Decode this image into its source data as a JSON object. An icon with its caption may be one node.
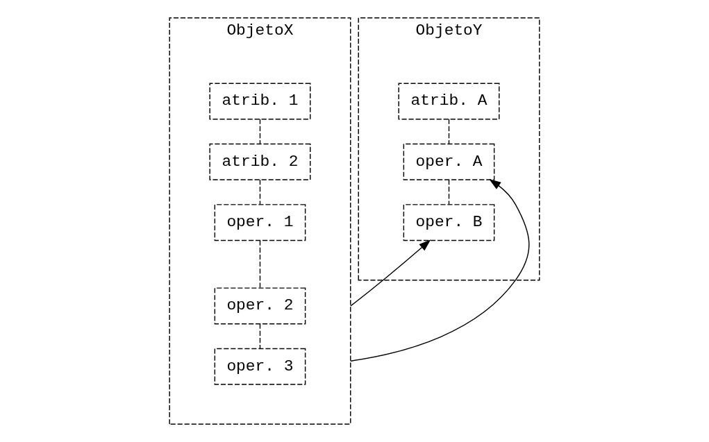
{
  "diagram": {
    "nodes": [
      {
        "text": [
          "ObjetoX"
        ]
      },
      {
        "text": [
          "atrib. 1"
        ],
        "in": 0
      },
      {
        "text": [
          "atrib. 2"
        ],
        "in": 0
      },
      {
        "text": [
          "oper. 1"
        ],
        "in": 0
      },
      {
        "text": [
          "oper. 2"
        ],
        "in": 0
      },
      {
        "text": [
          "oper. 3"
        ],
        "in": 0
      },
      {
        "text": [
          "ObjetoY"
        ]
      },
      {
        "text": [
          "atrib. A"
        ],
        "in": 6
      },
      {
        "text": [
          "oper. A"
        ],
        "in": 6
      },
      {
        "text": [
          "oper. B"
        ],
        "in": 6
      }
    ],
    "edges": [
      {
        "from": 1,
        "to": 2,
        "arrow": "none",
        "style": "dashed"
      },
      {
        "from": 2,
        "to": 3,
        "arrow": "none",
        "style": "dashed"
      },
      {
        "from": 3,
        "to": 4,
        "arrow": "none",
        "style": "dashed"
      },
      {
        "from": 4,
        "to": 5,
        "arrow": "none",
        "style": "dashed"
      },
      {
        "from": 7,
        "to": 8,
        "arrow": "none",
        "style": "dashed"
      },
      {
        "from": 8,
        "to": 9,
        "arrow": "none",
        "style": "dashed"
      },
      {
        "from": 0,
        "to": 8,
        "arrow": "to"
      },
      {
        "from": 0,
        "to": 9,
        "arrow": "to"
      }
    ]
  }
}
